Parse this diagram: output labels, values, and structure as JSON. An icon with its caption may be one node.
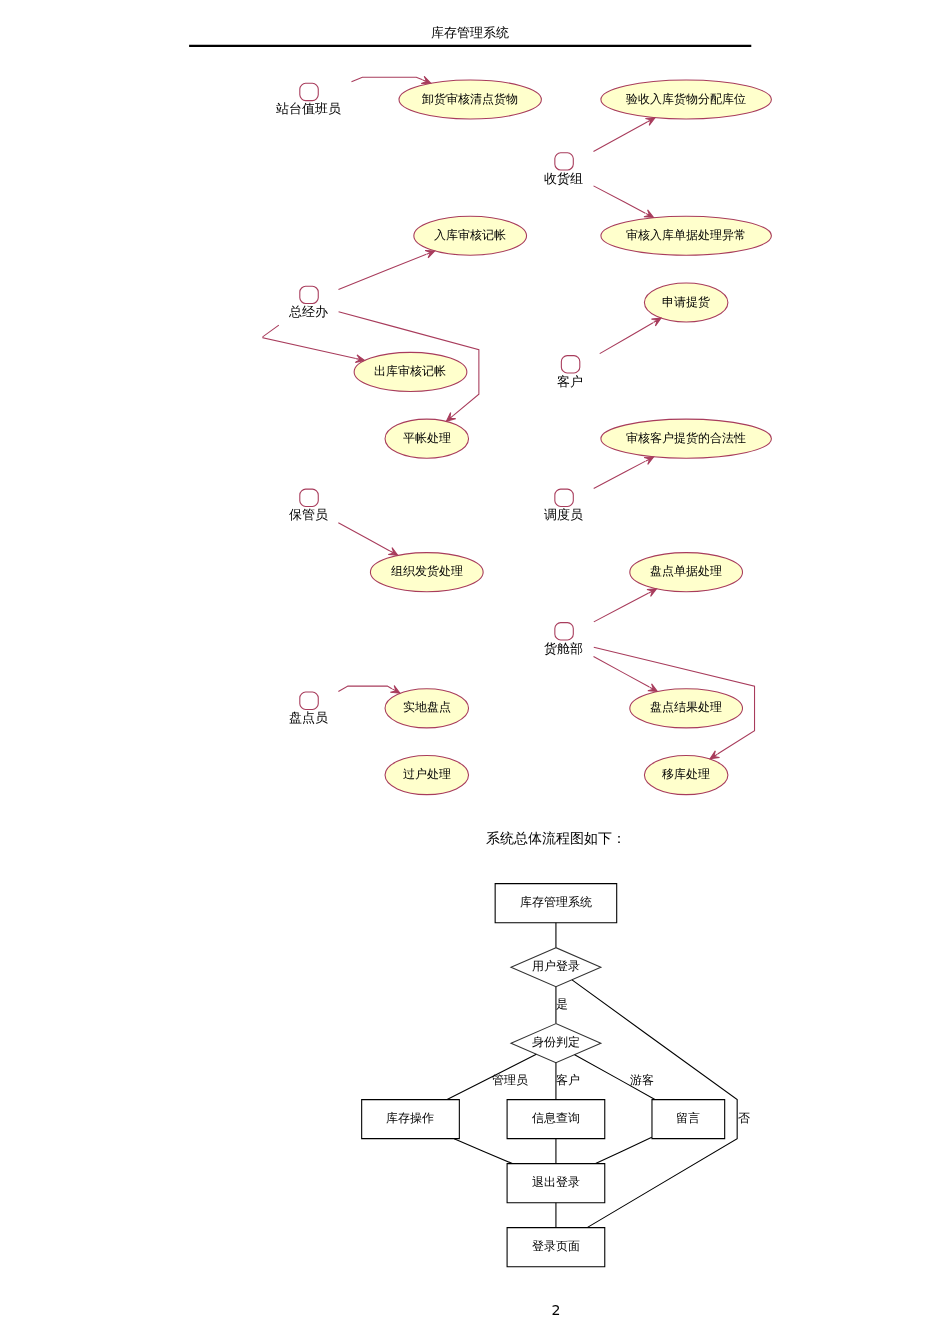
{
  "diagram": {
    "nodes": [
      {
        "text": [
          "站台值班员"
        ]
      },
      {
        "text": [
          "卸货审核清点货物"
        ]
      },
      {
        "text": [
          "验收入库货物分配库位"
        ]
      },
      {
        "text": [
          "收货组"
        ]
      },
      {
        "text": [
          "入库审核记帐"
        ]
      },
      {
        "text": [
          "审核入库单据处理异常"
        ]
      },
      {
        "text": [
          "总经办"
        ]
      },
      {
        "text": [
          "申请提货"
        ]
      },
      {
        "text": [
          "客户"
        ]
      },
      {
        "text": [
          "出库审核记帐"
        ]
      },
      {
        "text": [
          "审核客户提货的合法性"
        ]
      },
      {
        "text": [
          "平帐处理"
        ]
      },
      {
        "text": [
          "调度员"
        ]
      },
      {
        "text": [
          "保管员"
        ]
      },
      {
        "text": [
          "盘点单据处理"
        ]
      },
      {
        "text": [
          "组织发货处理"
        ]
      },
      {
        "text": [
          "货舱部"
        ]
      },
      {
        "text": [
          "盘点员"
        ]
      },
      {
        "text": [
          "实地盘点"
        ]
      },
      {
        "text": [
          "盘点结果处理"
        ]
      },
      {
        "text": [
          "过户处理"
        ]
      },
      {
        "text": [
          "移库处理"
        ]
      },
      {
        "text": [
          "库存管理系统"
        ]
      },
      {
        "text": [
          "用户登录"
        ]
      },
      {
        "text": [
          "身份判定"
        ]
      },
      {
        "text": [
          "库存操作"
        ]
      },
      {
        "text": [
          "信息查询"
        ]
      },
      {
        "text": [
          "留言"
        ]
      },
      {
        "text": [
          "退出登录"
        ]
      },
      {
        "text": [
          "登录页面"
        ]
      }
    ],
    "edges": [
      {
        "from": 0,
        "to": 1,
        "arrow": "to"
      },
      {
        "from": 3,
        "to": 2,
        "arrow": "to"
      },
      {
        "from": 3,
        "to": 5,
        "arrow": "to"
      },
      {
        "from": 6,
        "to": 4,
        "arrow": "to"
      },
      {
        "from": 8,
        "to": 7,
        "arrow": "to"
      },
      {
        "from": 6,
        "to": 9,
        "arrow": "to"
      },
      {
        "from": 12,
        "to": 10,
        "arrow": "to"
      },
      {
        "from": 6,
        "to": 11,
        "arrow": "to"
      },
      {
        "from": 13,
        "to": 15,
        "arrow": "to"
      },
      {
        "from": 16,
        "to": 14,
        "arrow": "to"
      },
      {
        "from": 16,
        "to": 19,
        "arrow": "to"
      },
      {
        "from": 17,
        "to": 18,
        "arrow": "to"
      },
      {
        "from": 16,
        "to": 21,
        "arrow": "to"
      },
      {
        "from": 22,
        "to": 23,
        "arrow": "none",
        "color": "#000000"
      },
      {
        "from": 23,
        "to": 24,
        "arrow": "none",
        "label": "是",
        "color": "#000000"
      },
      {
        "from": 24,
        "to": 25,
        "arrow": "none",
        "label": "管理员",
        "color": "#000000"
      },
      {
        "from": 24,
        "to": 26,
        "arrow": "none",
        "label": "客户",
        "color": "#000000"
      },
      {
        "from": 24,
        "to": 27,
        "arrow": "none",
        "label": "游客",
        "color": "#000000"
      },
      {
        "from": 23,
        "to": 29,
        "arrow": "none",
        "label": "否",
        "color": "#000000"
      },
      {
        "from": 25,
        "to": 28,
        "arrow": "none",
        "color": "#000000"
      },
      {
        "from": 26,
        "to": 28,
        "arrow": "none",
        "color": "#000000"
      },
      {
        "from": 27,
        "to": 28,
        "arrow": "none",
        "color": "#000000"
      },
      {
        "from": 28,
        "to": 29,
        "arrow": "none",
        "color": "#000000"
      }
    ],
    "labels": [
      "库存管理系统",
      "系统总体流程图如下：",
      "2"
    ]
  }
}
